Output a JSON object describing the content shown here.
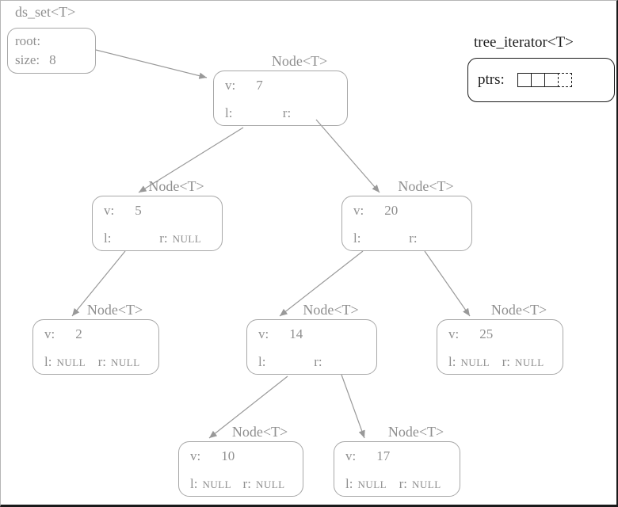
{
  "ds_set": {
    "title": "ds_set<T>",
    "root_label": "root:",
    "size_label": "size:",
    "size_value": "8"
  },
  "iterator": {
    "title": "tree_iterator<T>",
    "ptrs_label": "ptrs:"
  },
  "labels": {
    "v": "v:",
    "l": "l:",
    "r": "r:"
  },
  "nodes": [
    {
      "title": "Node<T>",
      "value": "7",
      "left": "",
      "right": ""
    },
    {
      "title": "Node<T>",
      "value": "5",
      "left": "",
      "right": "NULL"
    },
    {
      "title": "Node<T>",
      "value": "20",
      "left": "",
      "right": ""
    },
    {
      "title": "Node<T>",
      "value": "2",
      "left": "NULL",
      "right": "NULL"
    },
    {
      "title": "Node<T>",
      "value": "14",
      "left": "",
      "right": ""
    },
    {
      "title": "Node<T>",
      "value": "25",
      "left": "NULL",
      "right": "NULL"
    },
    {
      "title": "Node<T>",
      "value": "10",
      "left": "NULL",
      "right": "NULL"
    },
    {
      "title": "Node<T>",
      "value": "17",
      "left": "NULL",
      "right": "NULL"
    }
  ]
}
